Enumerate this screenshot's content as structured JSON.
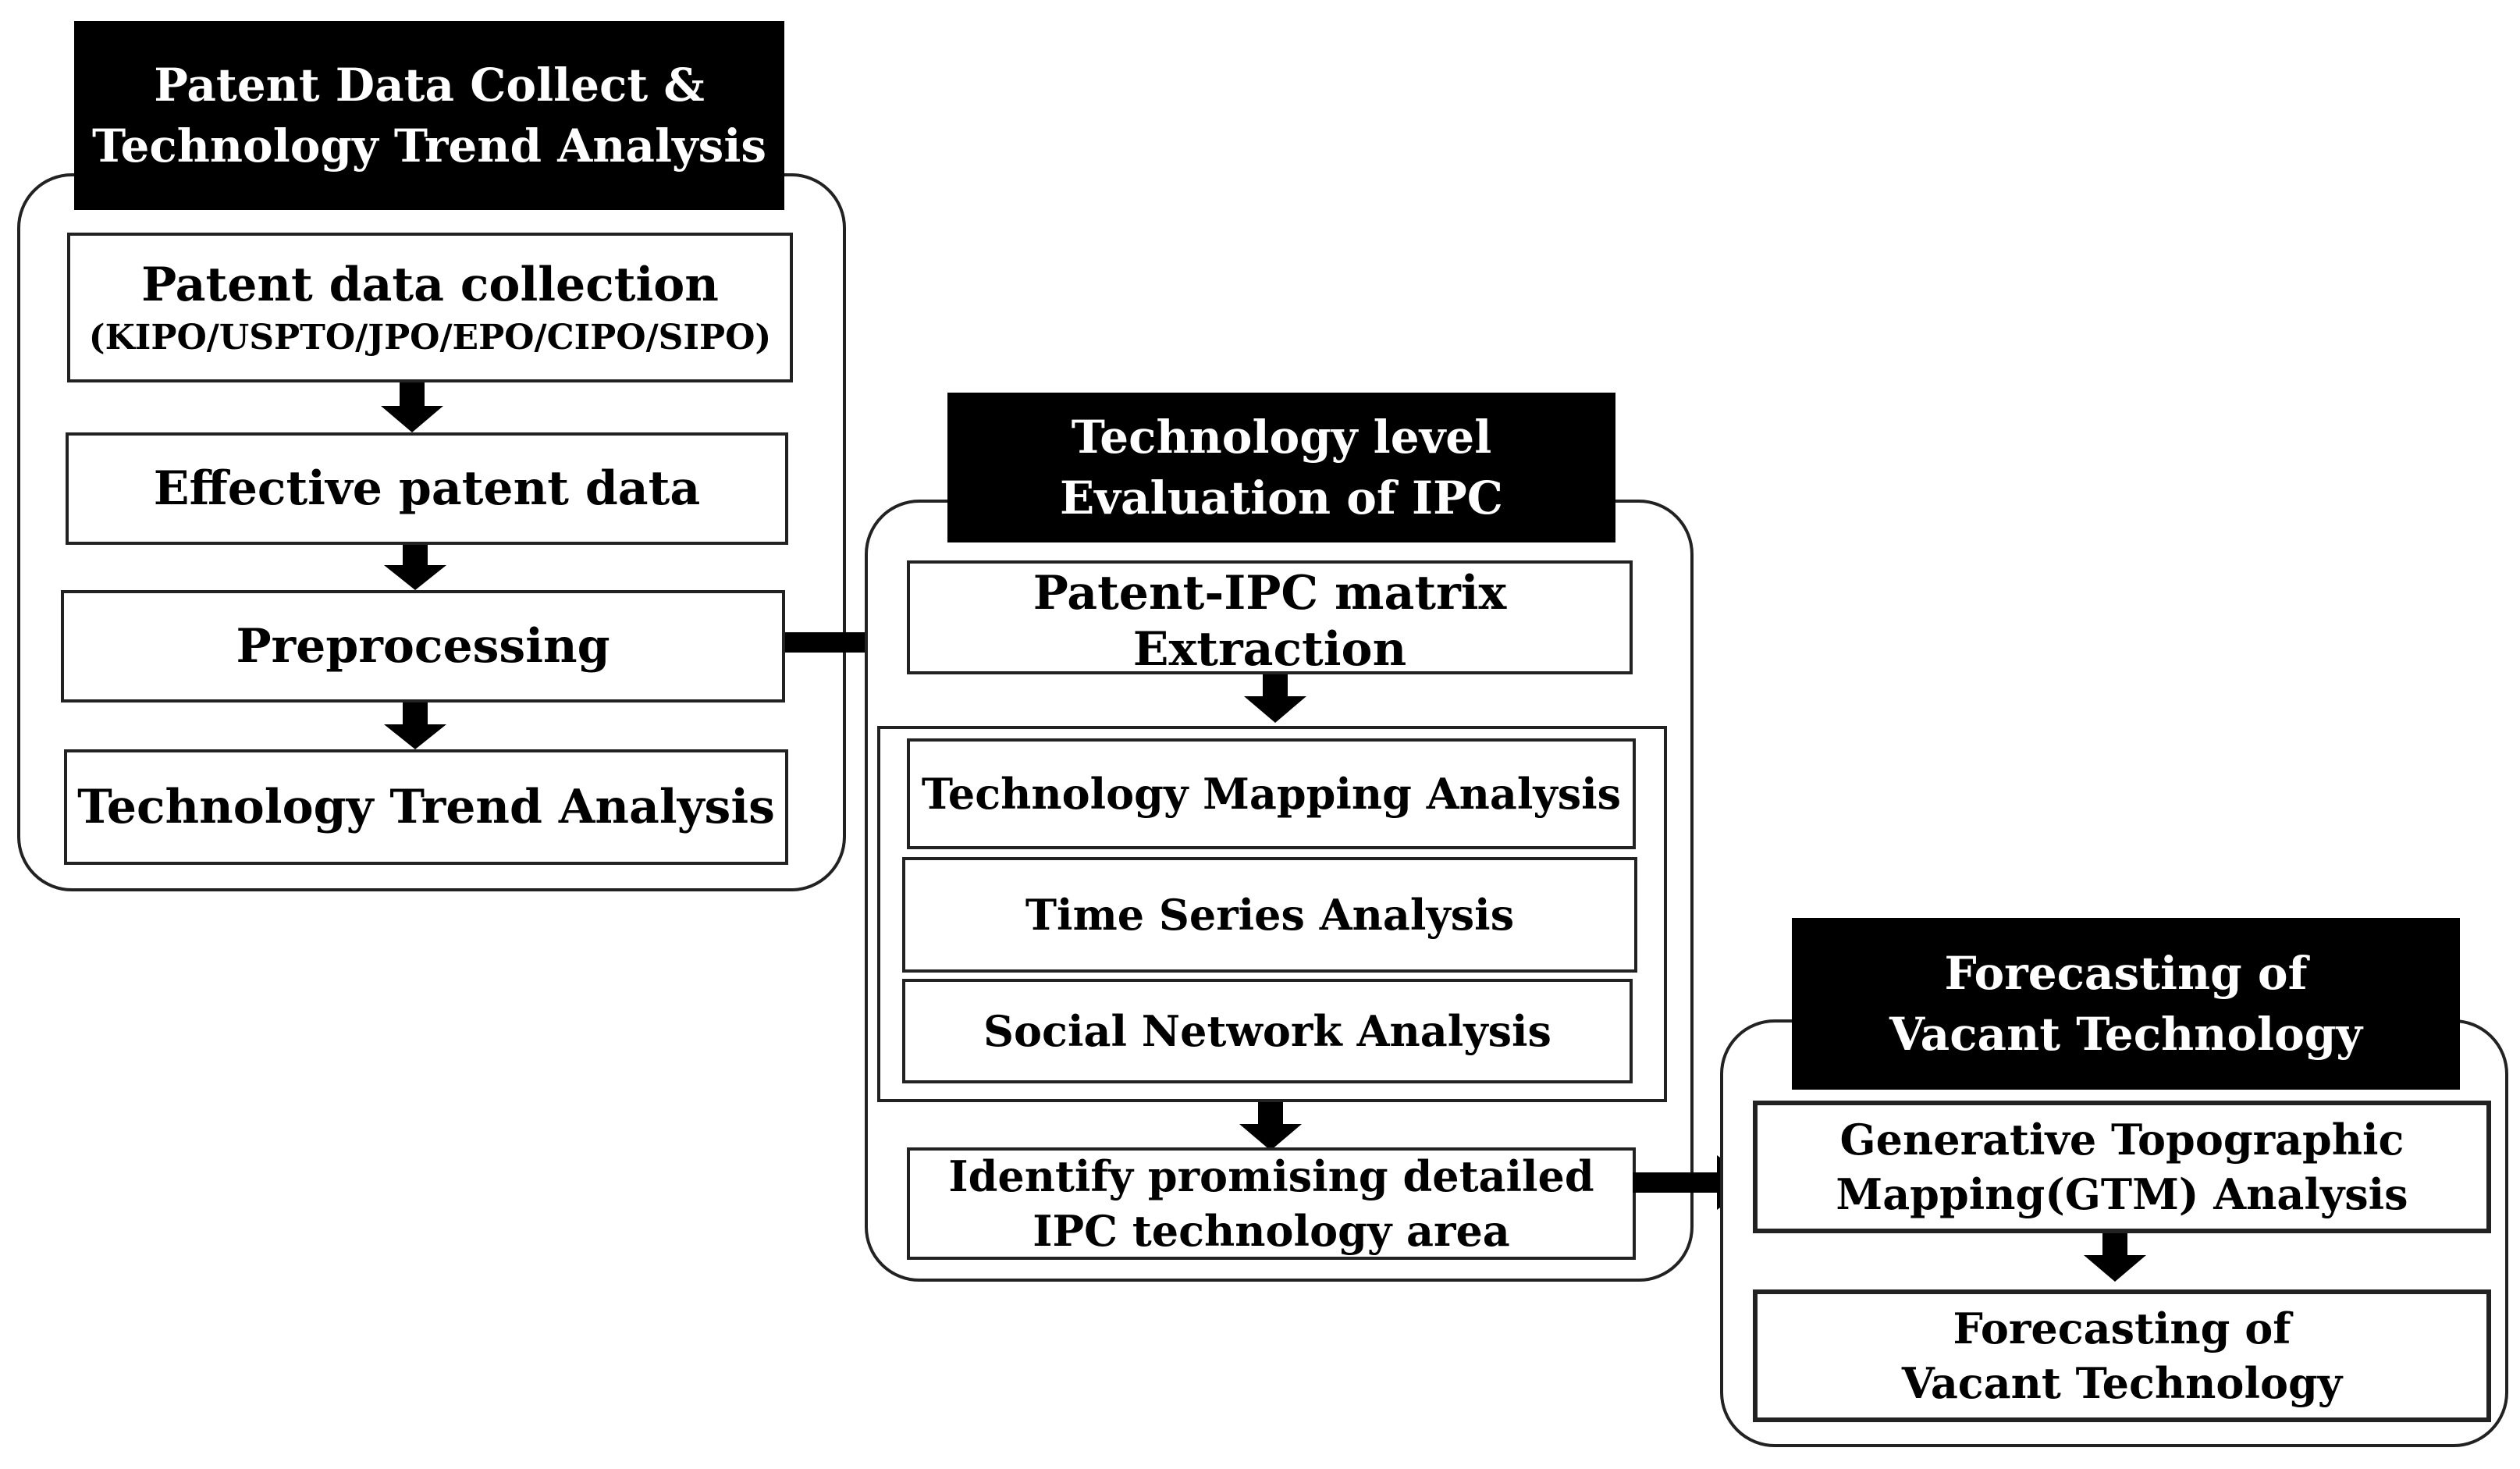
{
  "stage1": {
    "header": [
      "Patent Data Collect &",
      "Technology Trend Analysis"
    ],
    "steps": [
      {
        "line1": "Patent data collection",
        "line2": "(KIPO/USPTO/JPO/EPO/CIPO/SIPO)"
      },
      {
        "line1": "Effective patent data"
      },
      {
        "line1": "Preprocessing"
      },
      {
        "line1": "Technology Trend Analysis"
      }
    ]
  },
  "stage2": {
    "header": [
      "Technology level",
      "Evaluation of IPC"
    ],
    "extraction": [
      "Patent-IPC matrix",
      "Extraction"
    ],
    "analyses": [
      "Technology Mapping Analysis",
      "Time Series Analysis",
      "Social Network Analysis"
    ],
    "identify": [
      "Identify promising detailed",
      "IPC technology area"
    ]
  },
  "stage3": {
    "header": [
      "Forecasting of",
      "Vacant Technology"
    ],
    "gtm": [
      "Generative Topographic",
      "Mapping(GTM) Analysis"
    ],
    "forecast": [
      "Forecasting of",
      "Vacant Technology"
    ]
  },
  "colors": {
    "header_bg": "#000000",
    "border": "#222222",
    "arrow": "#000000"
  }
}
